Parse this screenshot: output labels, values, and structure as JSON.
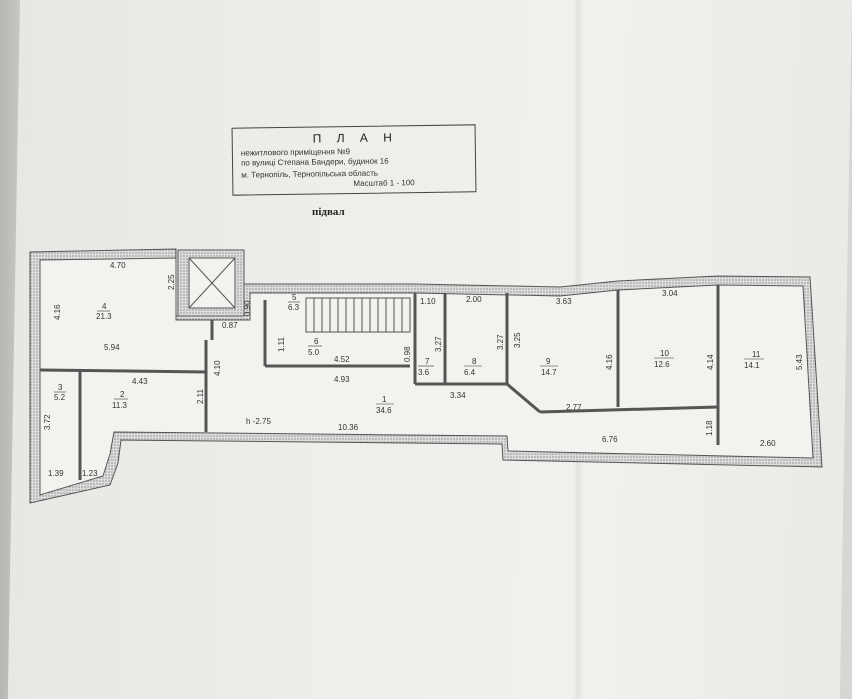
{
  "title": {
    "heading": "П Л А Н",
    "line1": "нежитлового приміщення №9",
    "line2": "по вулиці Степана Бандери, будинок 16",
    "line3": "м. Тернопіль,  Тернопільська область",
    "scale": "Масштаб 1 - 100"
  },
  "floor_label": "підвал",
  "rooms": [
    {
      "id": "4",
      "num": "4",
      "area": "21.3"
    },
    {
      "id": "3",
      "num": "3",
      "area": "5.2"
    },
    {
      "id": "2",
      "num": "2",
      "area": "11.3"
    },
    {
      "id": "5",
      "num": "5",
      "area": "6.3"
    },
    {
      "id": "6",
      "num": "6",
      "area": "5.0"
    },
    {
      "id": "7",
      "num": "7",
      "area": "3.6"
    },
    {
      "id": "8",
      "num": "8",
      "area": "6.4"
    },
    {
      "id": "9",
      "num": "9",
      "area": "14.7"
    },
    {
      "id": "10",
      "num": "10",
      "area": "12.6"
    },
    {
      "id": "11",
      "num": "11",
      "area": "14.1"
    },
    {
      "id": "1",
      "num": "1",
      "area": "34.6"
    }
  ],
  "dimensions": {
    "d470": "4.70",
    "d225": "2.25",
    "d416a": "4.16",
    "d594": "5.94",
    "d443": "4.43",
    "d211": "2.11",
    "d410": "4.10",
    "d087": "0.87",
    "d090": "0.90",
    "d372": "3.72",
    "d139": "1.39",
    "d123": "1.23",
    "d110": "1.10",
    "d111": "1.11",
    "d452": "4.52",
    "d493": "4.93",
    "d327a": "3.27",
    "d200": "2.00",
    "d327b": "3.27",
    "d325": "3.25",
    "d363": "3.63",
    "d304": "3.04",
    "d416b": "4.16",
    "d414": "4.14",
    "d543": "5.43",
    "d277": "2.77",
    "d334": "3.34",
    "d1036": "10.36",
    "d676": "6.76",
    "d118": "1.18",
    "d260": "2.60",
    "d098": "0.98",
    "height": "h -2.75"
  }
}
